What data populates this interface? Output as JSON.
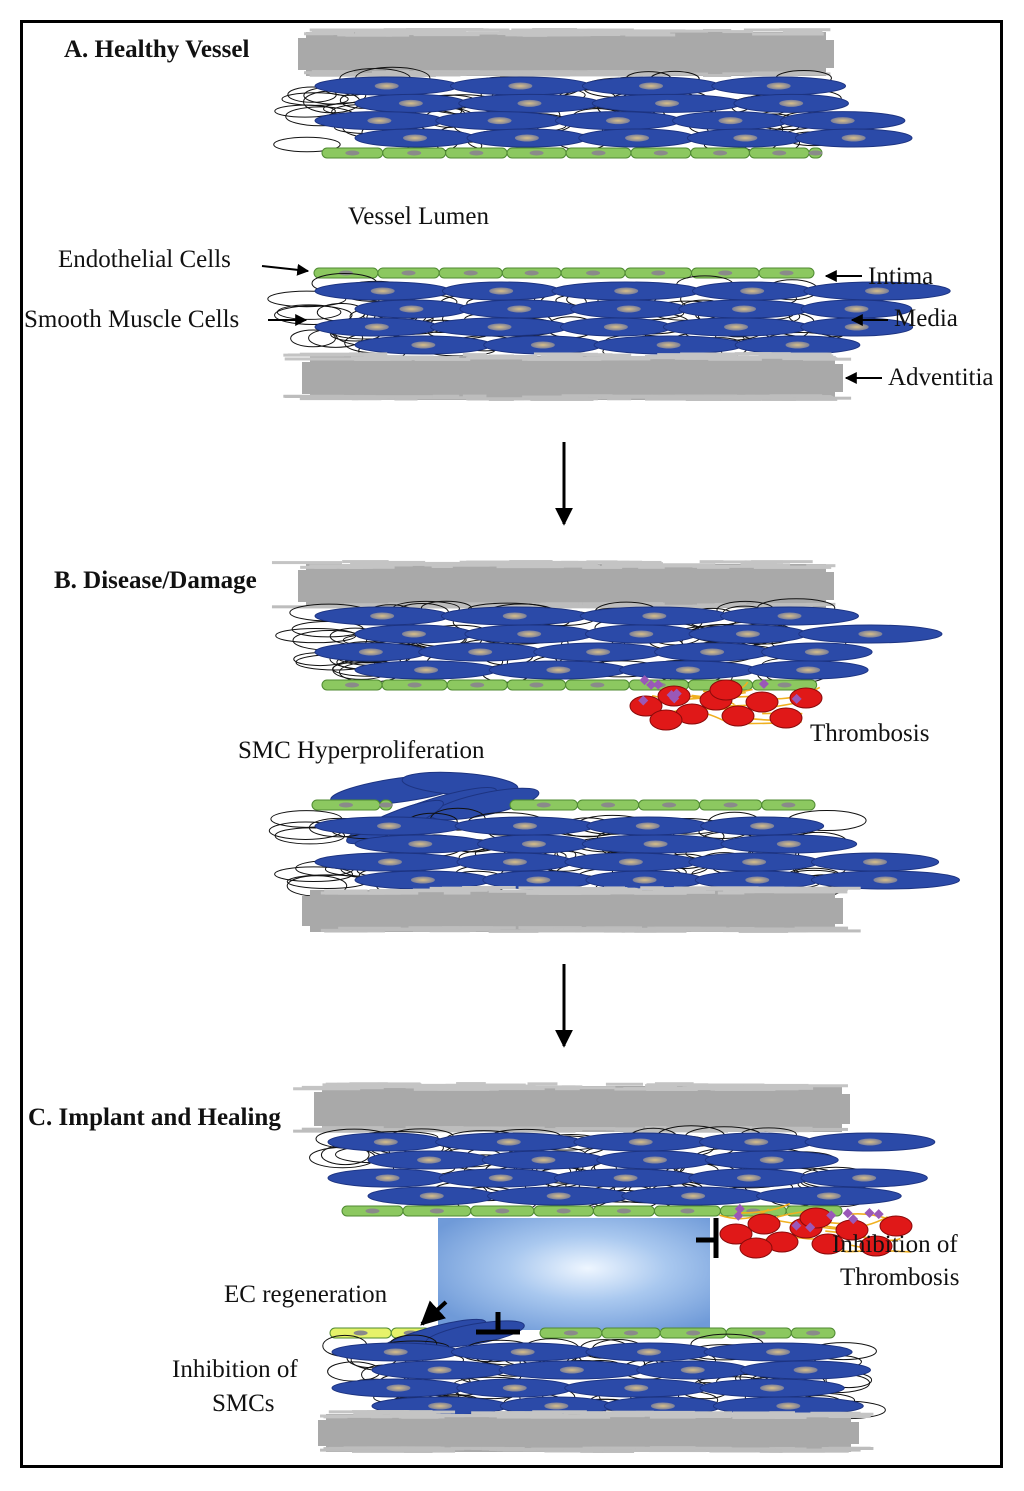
{
  "sections": {
    "a": {
      "title": "A. Healthy Vessel"
    },
    "b": {
      "title": "B. Disease/Damage"
    },
    "c": {
      "title": "C. Implant and Healing"
    }
  },
  "labels": {
    "vessel_lumen": "Vessel Lumen",
    "endothelial_cells": "Endothelial Cells",
    "smooth_muscle_cells": "Smooth Muscle Cells",
    "intima": "Intima",
    "media": "Media",
    "adventitia": "Adventitia",
    "thrombosis": "Thrombosis",
    "smc_hyperproliferation": "SMC Hyperproliferation",
    "inhibition_of_thrombosis_line1": "Inhibition of",
    "inhibition_of_thrombosis_line2": "Thrombosis",
    "ec_regeneration": "EC regeneration",
    "inhibition_of_smcs_line1": "Inhibition of",
    "inhibition_of_smcs_line2": "SMCs"
  },
  "colors": {
    "adventitia": "#a9a9a9",
    "smooth_muscle": "#2b4aa8",
    "endothelium": "#8cc860",
    "regenerated_endothelium": "#e6f26a",
    "thrombus_rbc": "#e01818",
    "fibrin": "#f0b020",
    "platelet": "#9a58b8",
    "implant": "#8fb6e6"
  }
}
